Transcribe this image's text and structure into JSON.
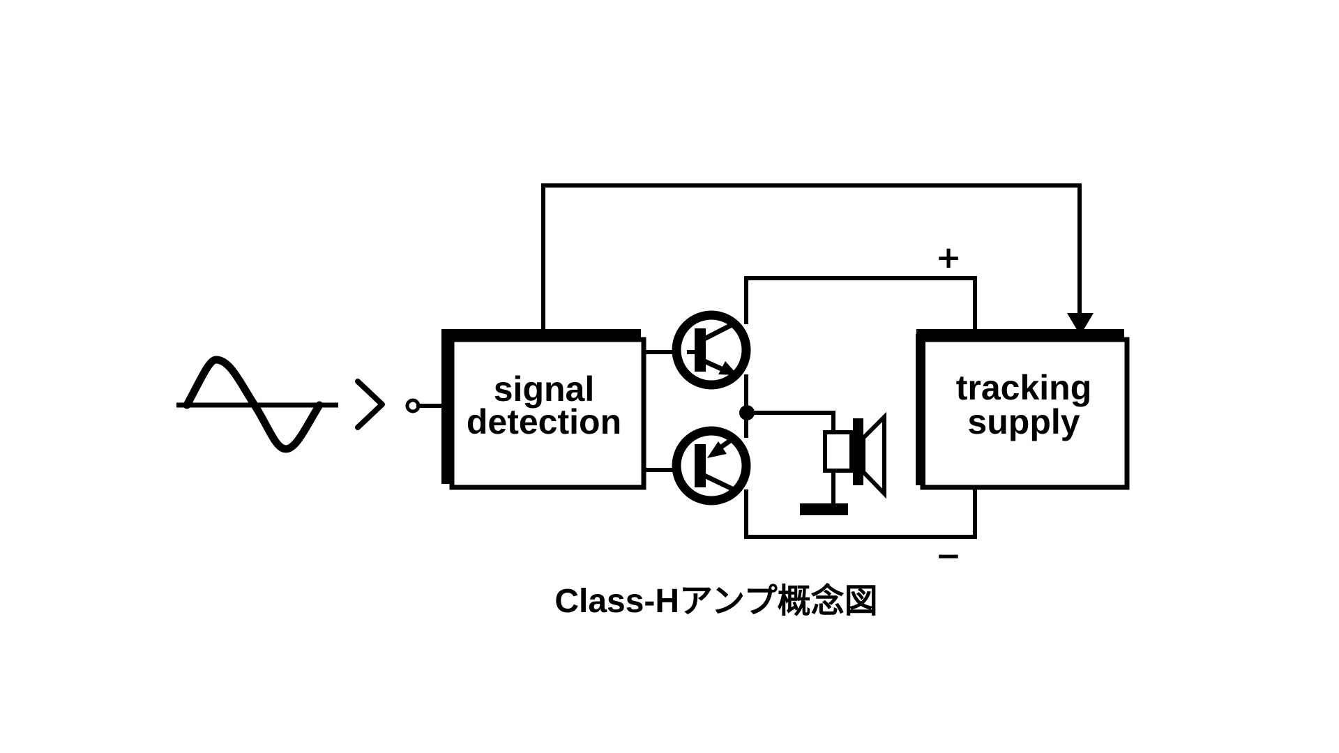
{
  "diagram": {
    "title": "Class-Hアンプ概念図",
    "blocks": {
      "signal_detection": {
        "line1": "signal",
        "line2": "detection"
      },
      "tracking_supply": {
        "line1": "tracking",
        "line2": "supply"
      }
    },
    "polarity": {
      "positive": "+",
      "negative": "−"
    },
    "components": {
      "source": "sine-wave-source-icon",
      "input": "input-terminal",
      "upper_transistor": "npn-transistor-icon",
      "lower_transistor": "pnp-transistor-icon",
      "load": "speaker-icon",
      "ground": "ground-icon"
    },
    "colors": {
      "ink": "#000000",
      "background": "#ffffff"
    }
  }
}
